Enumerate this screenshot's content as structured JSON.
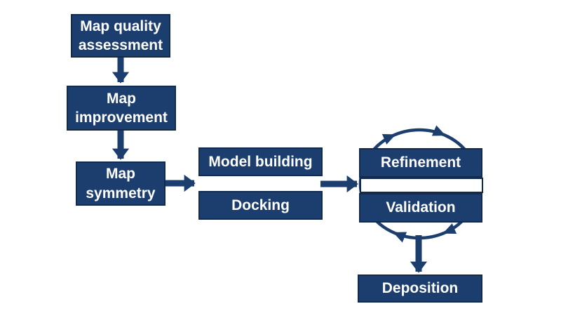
{
  "diagram": {
    "type": "flowchart",
    "background": "#ffffff"
  },
  "colors": {
    "box_fill": "#1c3e6e",
    "box_border": "#142a4d",
    "arrow": "#1c3e6e",
    "box_text": "#ffffff",
    "background": "#ffffff"
  },
  "nodes": [
    {
      "id": "map-quality-assessment",
      "label": "Map quality\nassessment"
    },
    {
      "id": "map-improvement",
      "label": "Map\nimprovement"
    },
    {
      "id": "map-symmetry",
      "label": "Map\nsymmetry"
    },
    {
      "id": "model-building",
      "label": "Model building"
    },
    {
      "id": "docking",
      "label": "Docking"
    },
    {
      "id": "refinement",
      "label": "Refinement"
    },
    {
      "id": "validation",
      "label": "Validation"
    },
    {
      "id": "deposition",
      "label": "Deposition"
    }
  ],
  "edges": [
    {
      "from": "map-quality-assessment",
      "to": "map-improvement",
      "style": "arrow-down"
    },
    {
      "from": "map-improvement",
      "to": "map-symmetry",
      "style": "arrow-down"
    },
    {
      "from": "map-symmetry",
      "to": "model-building / docking",
      "style": "arrow-right"
    },
    {
      "from": "model-building / docking",
      "to": "refinement / validation",
      "style": "arrow-right"
    },
    {
      "from": "refinement / validation",
      "to": "deposition",
      "style": "arrow-down"
    },
    {
      "type": "cycle",
      "between": [
        "refinement",
        "validation"
      ],
      "direction": "clockwise",
      "arrowhead_count": 4
    }
  ]
}
